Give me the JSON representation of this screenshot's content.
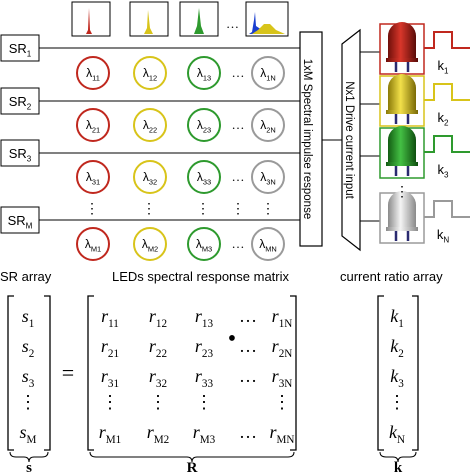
{
  "colors": {
    "red": "#c0281e",
    "yellow": "#d8c41a",
    "green": "#2e9a2e",
    "gray": "#9a9a9a",
    "blue": "#1a3fd0"
  },
  "sr_labels": [
    {
      "main": "SR",
      "sub": "1"
    },
    {
      "main": "SR",
      "sub": "2"
    },
    {
      "main": "SR",
      "sub": "3"
    },
    {
      "main": "SR",
      "sub": "M"
    }
  ],
  "lambda_rows": [
    [
      {
        "sym": "λ",
        "sub": "11"
      },
      {
        "sym": "λ",
        "sub": "12"
      },
      {
        "sym": "λ",
        "sub": "13"
      },
      {
        "sym": "λ",
        "sub": "1N"
      }
    ],
    [
      {
        "sym": "λ",
        "sub": "21"
      },
      {
        "sym": "λ",
        "sub": "22"
      },
      {
        "sym": "λ",
        "sub": "23"
      },
      {
        "sym": "λ",
        "sub": "2N"
      }
    ],
    [
      {
        "sym": "λ",
        "sub": "31"
      },
      {
        "sym": "λ",
        "sub": "32"
      },
      {
        "sym": "λ",
        "sub": "33"
      },
      {
        "sym": "λ",
        "sub": "3N"
      }
    ],
    [
      {
        "sym": "λ",
        "sub": "M1"
      },
      {
        "sym": "λ",
        "sub": "M2"
      },
      {
        "sym": "λ",
        "sub": "M3"
      },
      {
        "sym": "λ",
        "sub": "MN"
      }
    ]
  ],
  "ellipsis_h": "…",
  "ellipsis_v": "⋮",
  "impulse_box": "1xM Spectral impulse response",
  "drive_box": "Nx1 Drive current input",
  "k_labels": [
    {
      "main": "k",
      "sub": "1"
    },
    {
      "main": "k",
      "sub": "2"
    },
    {
      "main": "k",
      "sub": "3"
    },
    {
      "main": "k",
      "sub": "N"
    }
  ],
  "section_titles": {
    "sr_array": "SR array",
    "matrix": "LEDs spectral response matrix",
    "current": "current ratio array"
  },
  "s_vector": [
    {
      "main": "s",
      "sub": "1"
    },
    {
      "main": "s",
      "sub": "2"
    },
    {
      "main": "s",
      "sub": "3"
    },
    {
      "main": "⋮",
      "sub": ""
    },
    {
      "main": "s",
      "sub": "M"
    }
  ],
  "r_matrix": [
    [
      {
        "main": "r",
        "sub": "11"
      },
      {
        "main": "r",
        "sub": "12"
      },
      {
        "main": "r",
        "sub": "13"
      },
      {
        "main": "…",
        "sub": ""
      },
      {
        "main": "r",
        "sub": "1N"
      }
    ],
    [
      {
        "main": "r",
        "sub": "21"
      },
      {
        "main": "r",
        "sub": "22"
      },
      {
        "main": "r",
        "sub": "23"
      },
      {
        "main": "…",
        "sub": ""
      },
      {
        "main": "r",
        "sub": "2N"
      }
    ],
    [
      {
        "main": "r",
        "sub": "31"
      },
      {
        "main": "r",
        "sub": "32"
      },
      {
        "main": "r",
        "sub": "33"
      },
      {
        "main": "…",
        "sub": ""
      },
      {
        "main": "r",
        "sub": "3N"
      }
    ],
    [
      {
        "main": "⋮",
        "sub": ""
      },
      {
        "main": "⋮",
        "sub": ""
      },
      {
        "main": "⋮",
        "sub": ""
      },
      {
        "main": "",
        "sub": ""
      },
      {
        "main": "⋮",
        "sub": ""
      }
    ],
    [
      {
        "main": "r",
        "sub": "M1"
      },
      {
        "main": "r",
        "sub": "M2"
      },
      {
        "main": "r",
        "sub": "M3"
      },
      {
        "main": "…",
        "sub": ""
      },
      {
        "main": "r",
        "sub": "MN"
      }
    ]
  ],
  "k_vector": [
    {
      "main": "k",
      "sub": "1"
    },
    {
      "main": "k",
      "sub": "2"
    },
    {
      "main": "k",
      "sub": "3"
    },
    {
      "main": "⋮",
      "sub": ""
    },
    {
      "main": "k",
      "sub": "N"
    }
  ],
  "equals": "=",
  "dot": "•",
  "vector_names": {
    "s": "s",
    "r": "R",
    "k": "k"
  }
}
